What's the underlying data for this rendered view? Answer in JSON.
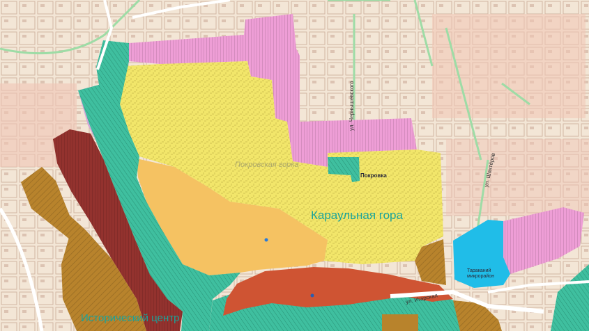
{
  "map": {
    "labels": {
      "karaulnaya_gora": "Караульная гора",
      "istoricheskiy_centr": "Исторический центр",
      "pokrovka": "Покровка",
      "pokrovskaya_gorka": "Покровская горка",
      "ul_chernyshevskogo": "ул. Чернышевского",
      "ul_shakhterov": "ул. Шахтёров",
      "ul_igarskaya": "ул. Игарская",
      "tarakanka": "Тараканий микрорайон"
    },
    "colors": {
      "background": "#f3e6d6",
      "urban_blocks": "#f0c4b4",
      "pink_zone": "#ee9ed6",
      "yellow_zone": "#f2e66a",
      "orange_zone": "#f5c262",
      "red_zone": "#cf5433",
      "maroon_zone": "#93322e",
      "brown_zone": "#b8832c",
      "green_zone": "#3fbf9f",
      "lilac_zone": "#d3a9d8",
      "cyan_zone": "#20bde8",
      "road_green": "#9edca6",
      "label_teal": "#1aa39a"
    }
  }
}
